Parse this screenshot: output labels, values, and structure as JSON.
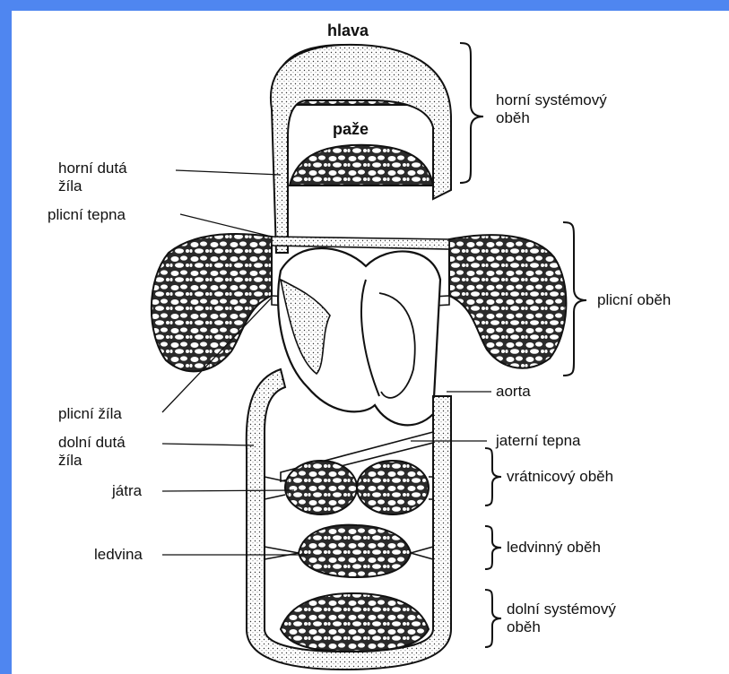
{
  "colors": {
    "frame": "#4f86f0",
    "paper": "#ffffff",
    "ink": "#111111"
  },
  "regions": {
    "head": "hlava",
    "arms": "paže"
  },
  "left_labels": {
    "superior_vena_cava": [
      "horní dutá",
      "žíla"
    ],
    "pulmonary_artery": "plicní tepna",
    "pulmonary_vein": "plicní žíla",
    "inferior_vena_cava": [
      "dolní dutá",
      "žíla"
    ],
    "liver": "játra",
    "kidney": "ledvina"
  },
  "right_labels": {
    "upper_systemic": [
      "horní systémový",
      "oběh"
    ],
    "pulmonary_circulation": "plicní oběh",
    "aorta": "aorta",
    "hepatic_artery": "jaterní tepna",
    "portal_circulation": "vrátnicový oběh",
    "renal_circulation": "ledvinný oběh",
    "lower_systemic": [
      "dolní systémový",
      "oběh"
    ]
  }
}
